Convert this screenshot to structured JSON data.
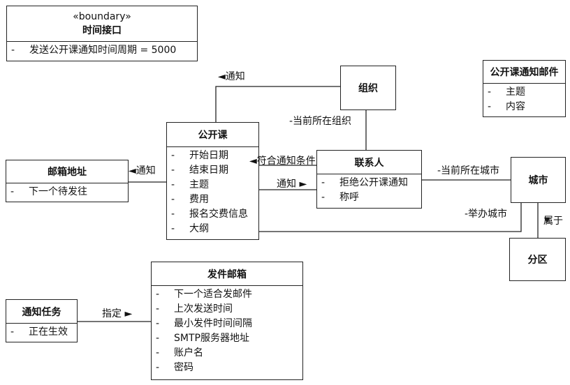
{
  "classes": {
    "timer": {
      "stereotype": "«boundary»",
      "name": "时间接口",
      "attributes": [
        "发送公开课通知时间周期 = 5000"
      ]
    },
    "email_template": {
      "name": "公开课通知邮件",
      "attributes": [
        "主题",
        "内容"
      ]
    },
    "org": {
      "name": "组织"
    },
    "course": {
      "name": "公开课",
      "attributes": [
        "开始日期",
        "结束日期",
        "主题",
        "费用",
        "报名交费信息",
        "大纲"
      ]
    },
    "address": {
      "name": "邮箱地址",
      "attributes": [
        "下一个待发往"
      ]
    },
    "contact": {
      "name": "联系人",
      "attributes": [
        "拒绝公开课通知",
        "称呼"
      ]
    },
    "city": {
      "name": "城市"
    },
    "district": {
      "name": "分区"
    },
    "task": {
      "name": "通知任务",
      "attributes": [
        "正在生效"
      ]
    },
    "mailbox": {
      "name": "发件邮箱",
      "attributes": [
        "下一个适合发邮件",
        "上次发送时间",
        "最小发件时间间隔",
        "SMTP服务器地址",
        "账户名",
        "密码"
      ]
    }
  },
  "attribute_marker": "-",
  "associations": {
    "course_org": "◄通知",
    "course_address": "◄通知",
    "contact_course_match": "◄符合通知条件",
    "course_contact_notify": "通知 ►",
    "contact_org": "-当前所在组织",
    "contact_city": "-当前所在城市",
    "course_city": "-举办城市",
    "city_district": "属于",
    "task_mailbox": "指定 ►"
  }
}
